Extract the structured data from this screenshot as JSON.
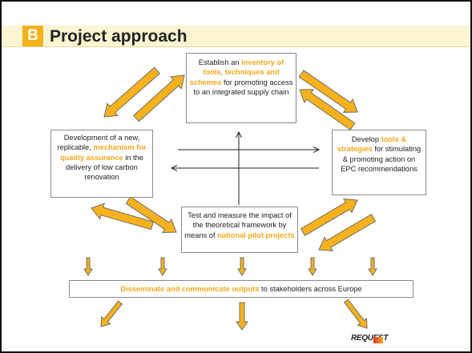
{
  "header": {
    "badge": "B",
    "title": "Project approach"
  },
  "boxes": {
    "top": {
      "pre": "Establish an ",
      "hl": "inventory of tools, techniques and schemes",
      "post": " for promoting access to an integrated supply chain"
    },
    "left": {
      "pre": "Development of a new, replicable, ",
      "hl": "mechanism for quality assurance",
      "post": " in the delivery of low carbon renovation"
    },
    "right": {
      "pre": "Develop ",
      "hl": "tools & strategies",
      "post": " for stimulating & promoting action on EPC recommendations"
    },
    "bottom": {
      "pre": "Test and measure the impact of the theoretical framework by means of ",
      "hl": "national pilot projects",
      "post": ""
    },
    "footer": {
      "hl": "Disseminate and communicate outputs",
      "post": " to stakeholders across Europe"
    }
  },
  "logo": {
    "text": "REQUEST"
  },
  "colors": {
    "accent": "#f6b11c",
    "header_band": "#fdf5d2",
    "arrow_outline": "#6f6f6f"
  }
}
